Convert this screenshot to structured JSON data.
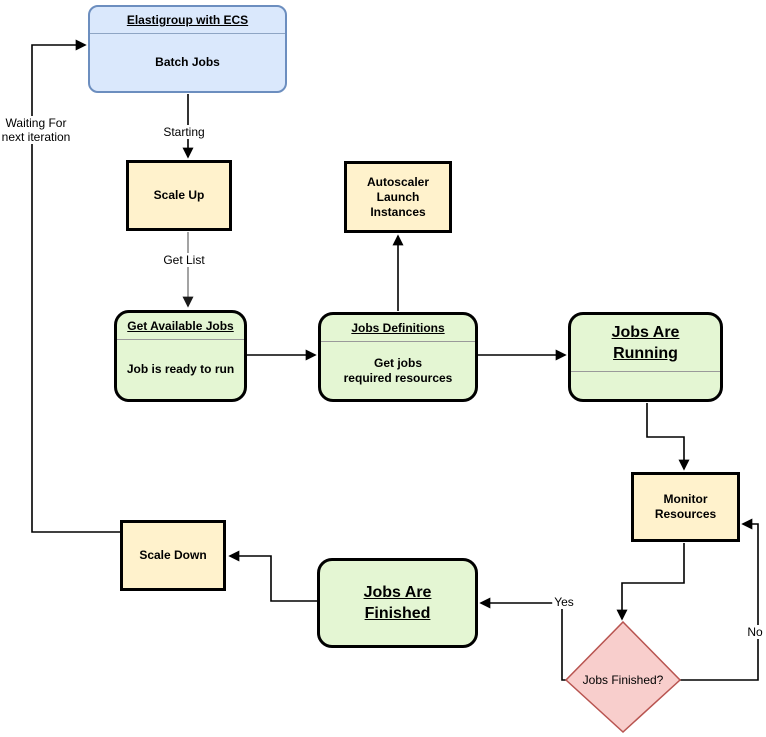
{
  "diagram": {
    "nodes": {
      "elastigroup": {
        "title": "Elastigroup with ECS",
        "body": "Batch Jobs"
      },
      "scale_up": {
        "label": "Scale Up"
      },
      "autoscaler": {
        "label": "Autoscaler\nLaunch\nInstances"
      },
      "get_available_jobs": {
        "title": "Get Available Jobs",
        "body": "Job is ready to run"
      },
      "jobs_definitions": {
        "title": "Jobs Definitions",
        "body": "Get jobs\nrequired resources"
      },
      "jobs_are_running": {
        "title": "Jobs Are\n Running"
      },
      "monitor_resources": {
        "label": "Monitor\nResources"
      },
      "jobs_finished_decision": {
        "label": "Jobs Finished?"
      },
      "jobs_are_finished": {
        "label": "Jobs Are \nFinished"
      },
      "scale_down": {
        "label": "Scale Down"
      }
    },
    "edge_labels": {
      "starting": "Starting",
      "get_list": "Get List",
      "waiting": "Waiting For\nnext iteration",
      "yes": "Yes",
      "no": "No"
    },
    "colors": {
      "blue_fill": "#dae8fc",
      "blue_border": "#6c8ebf",
      "yellow_fill": "#fff2cc",
      "green_fill": "#e4f6d3",
      "node_border": "#000000",
      "diamond_fill": "#f8cecc",
      "diamond_border": "#b85450",
      "connector": "#000000",
      "connector_gray": "#999999"
    }
  }
}
